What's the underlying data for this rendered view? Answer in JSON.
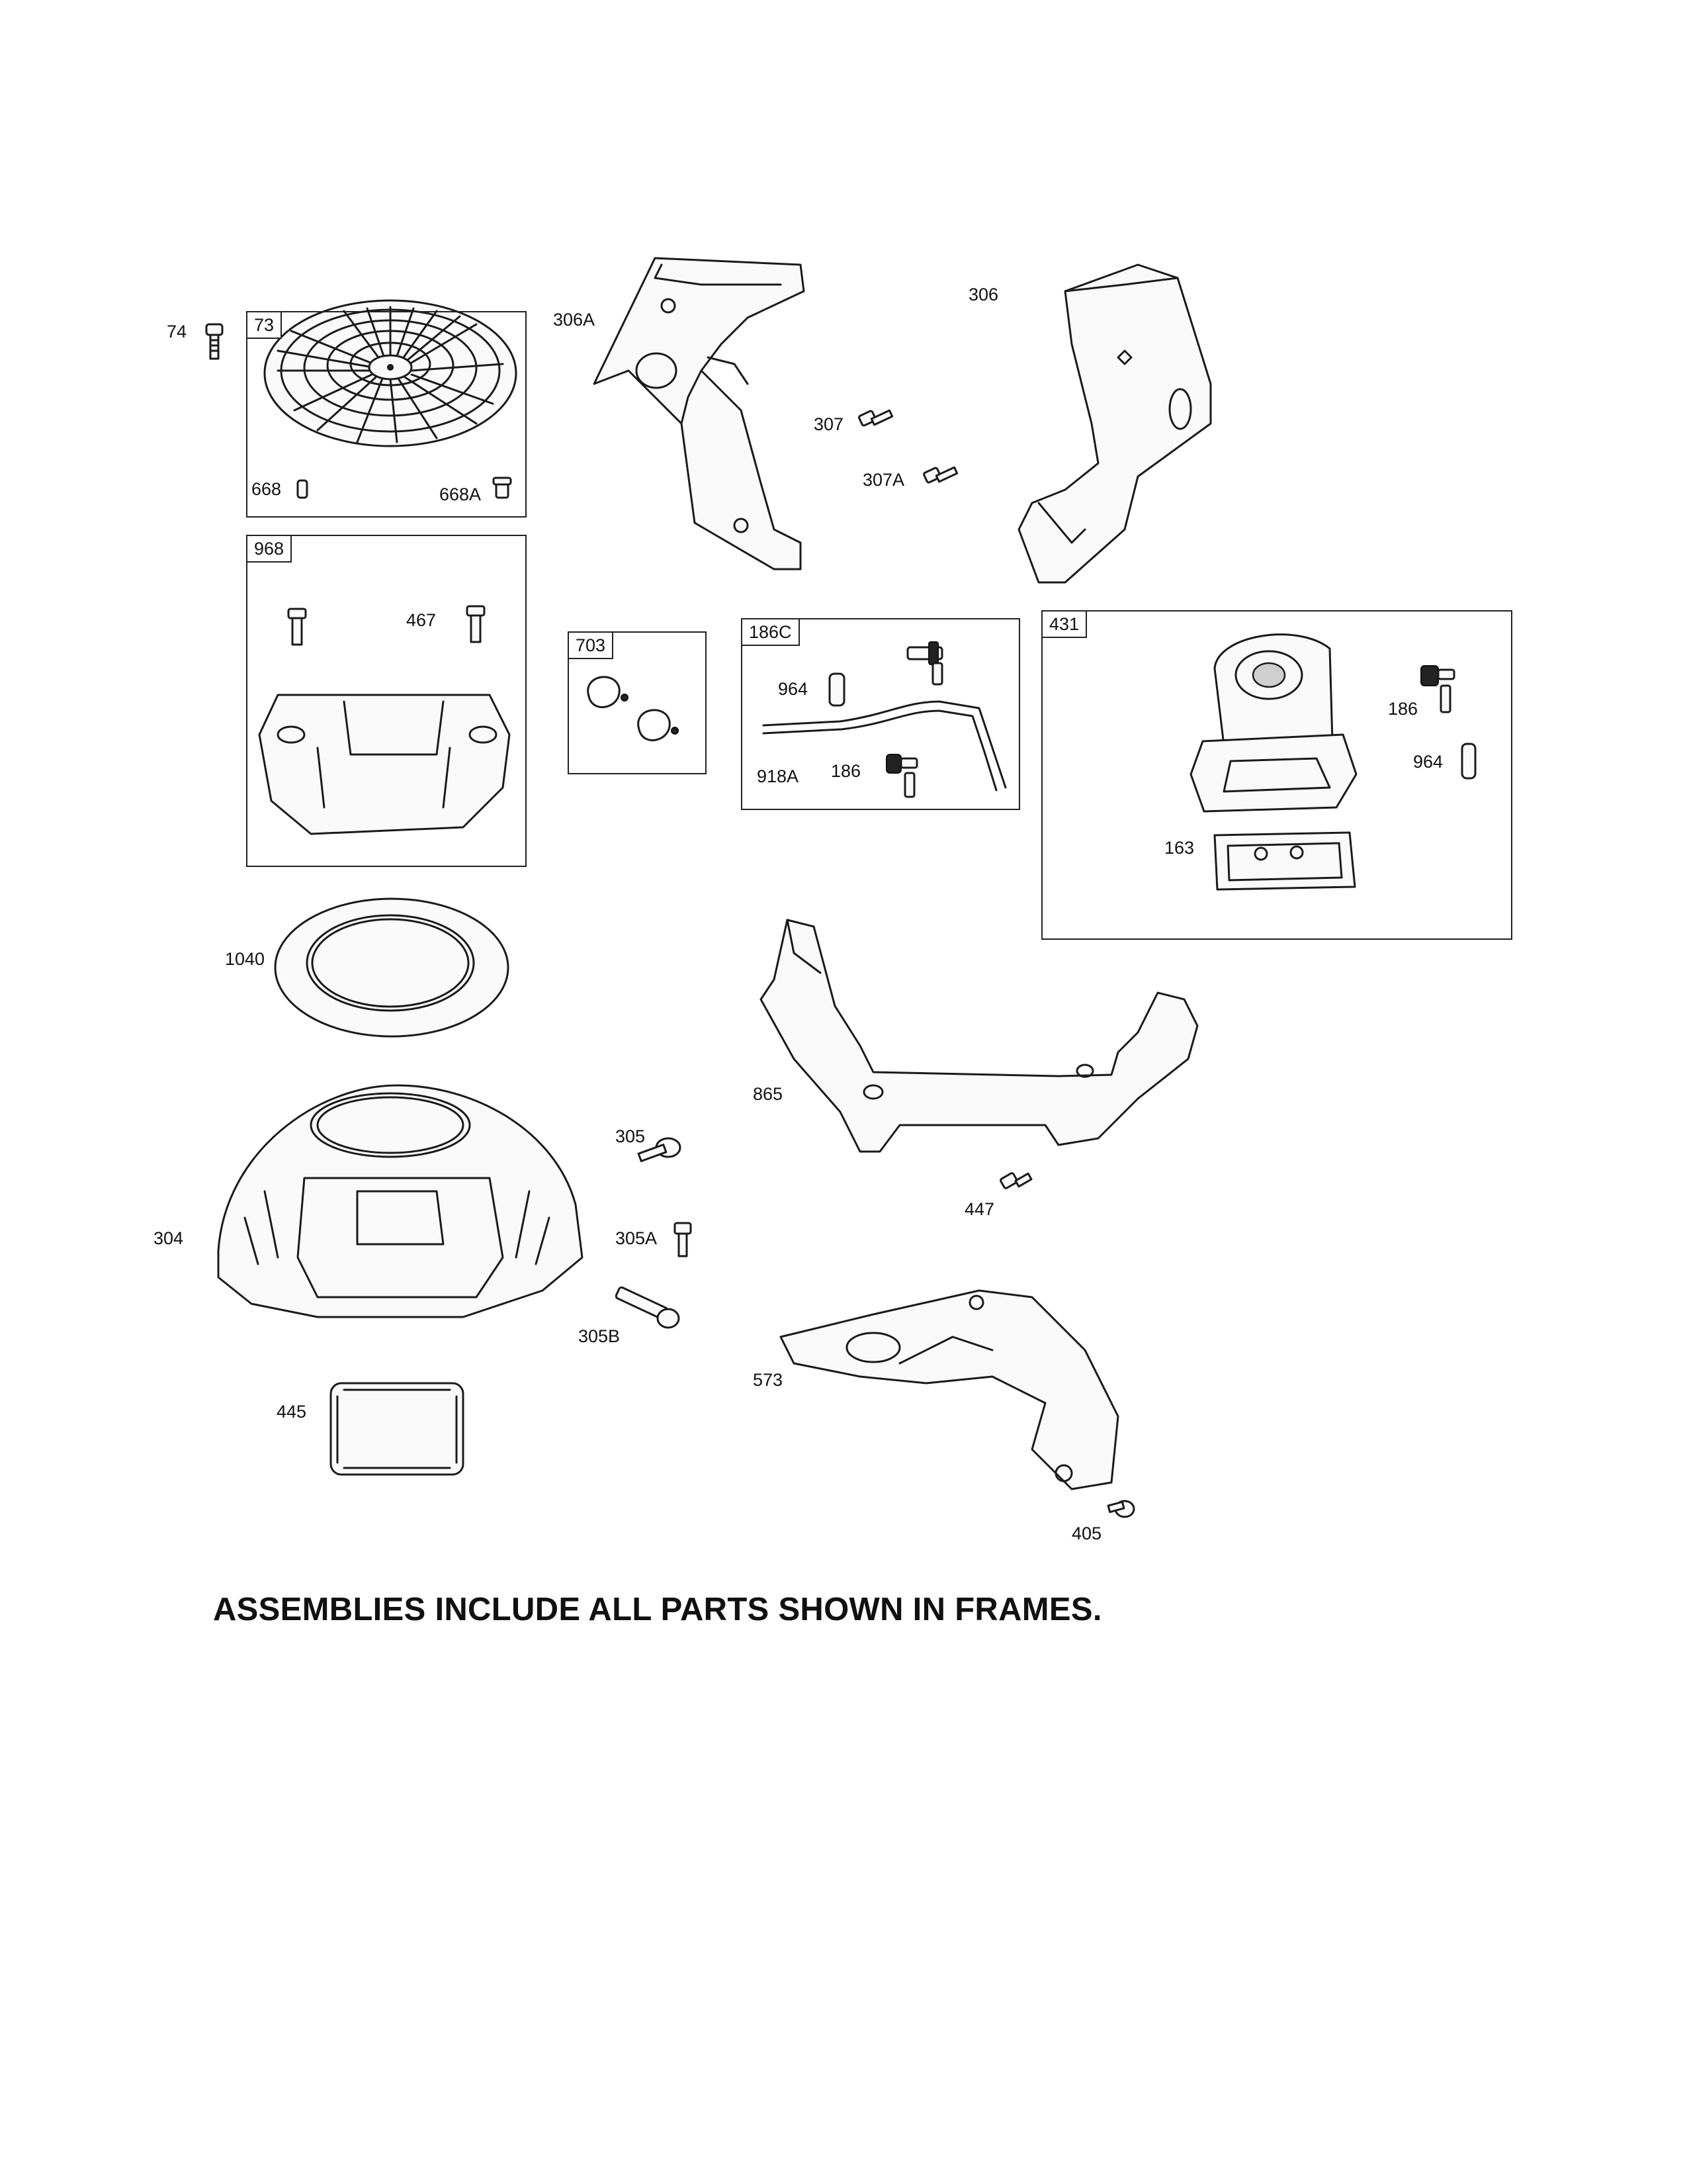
{
  "frames": {
    "f73": "73",
    "f968": "968",
    "f703": "703",
    "f186c": "186C",
    "f431": "431"
  },
  "labels": {
    "p74": "74",
    "p306a": "306A",
    "p306": "306",
    "p307": "307",
    "p307a": "307A",
    "p668": "668",
    "p668a": "668A",
    "p467": "467",
    "p964a": "964",
    "p918a": "918A",
    "p186a": "186",
    "p186b": "186",
    "p964b": "964",
    "p163": "163",
    "p1040": "1040",
    "p865": "865",
    "p305": "305",
    "p304": "304",
    "p305a": "305A",
    "p305b": "305B",
    "p447": "447",
    "p573": "573",
    "p445": "445",
    "p405": "405"
  },
  "footer_note": "ASSEMBLIES INCLUDE ALL PARTS SHOWN IN FRAMES."
}
